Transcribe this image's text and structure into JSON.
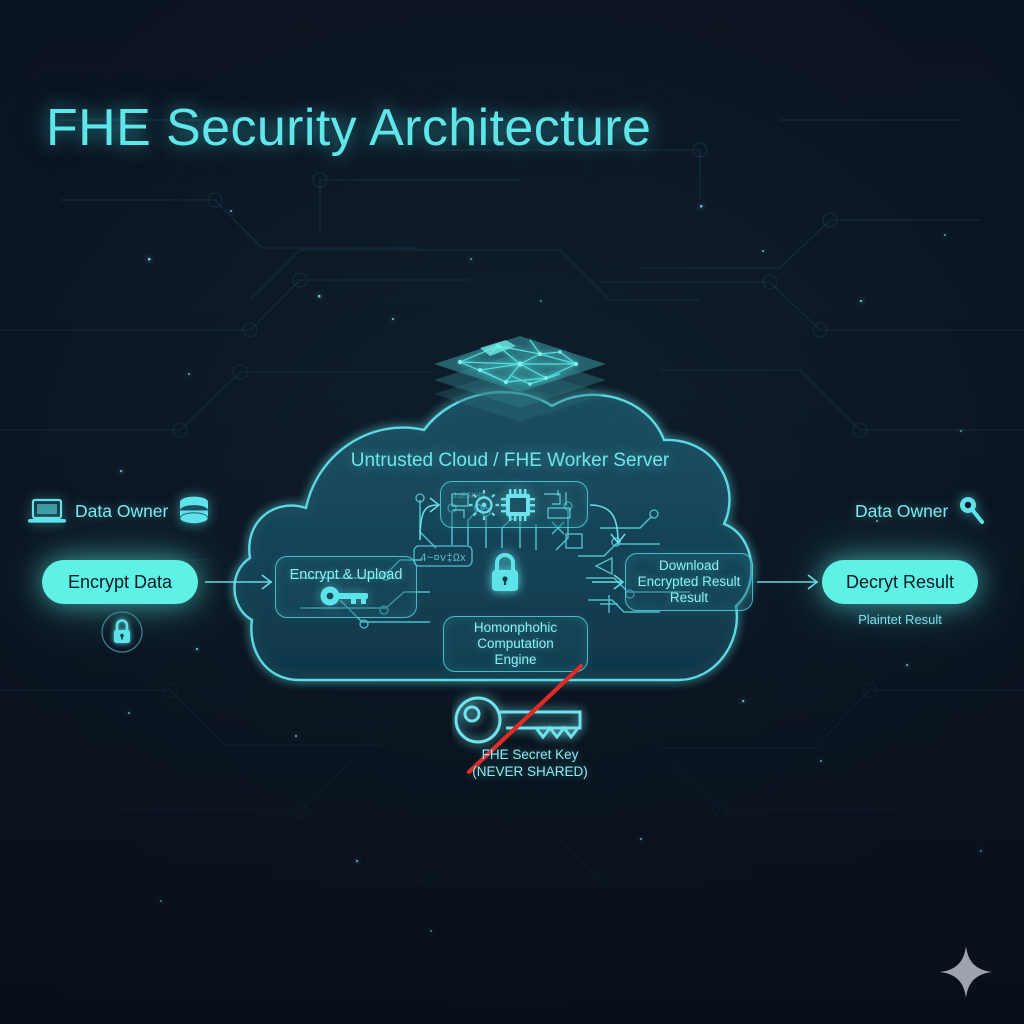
{
  "title": "FHE Security Architecture",
  "colors": {
    "background": "#0b1420",
    "accent_cyan": "#5fe6e8",
    "pill_fill": "#5ff0e6",
    "pill_text": "#0a1a22",
    "cloud_fill": "#1a4050",
    "cloud_border": "#5de1e8",
    "danger_red": "#e12a23",
    "watermark_gray": "#9aa3ae"
  },
  "left": {
    "owner_label": "Data Owner",
    "laptop_icon": "laptop-icon",
    "database_icon": "database-icon",
    "action_label": "Encrypt Data",
    "lock_icon": "lock-icon"
  },
  "cloud": {
    "title": "Untrusted Cloud / FHE Worker Server",
    "layers_icon": "isometric-network-layers-icon",
    "center_lock_icon": "padlock-icon",
    "nodes": [
      {
        "name": "encrypt-upload",
        "lines": [
          "Encrypt & Upload"
        ],
        "icon": "key-icon"
      },
      {
        "name": "processor",
        "lines": [],
        "icon": "cpu-chip-icon"
      },
      {
        "name": "computation-engine",
        "lines": [
          "Homonphohic",
          "Computation",
          "Engine"
        ],
        "icon": ""
      },
      {
        "name": "download-result",
        "lines": [
          "Download",
          "Encrypted Result",
          "Result"
        ],
        "icon": ""
      }
    ]
  },
  "right": {
    "owner_label": "Data Owner",
    "key_icon": "key-icon",
    "action_label": "Decryt Result",
    "result_label": "Plaintet Result"
  },
  "secret_key": {
    "icon": "key-icon",
    "strike": "red-diagonal-strike",
    "caption_line1": "FHE Secret Key",
    "caption_line2": "(NEVER SHARED)"
  },
  "watermark": {
    "icon": "four-point-star-icon"
  }
}
